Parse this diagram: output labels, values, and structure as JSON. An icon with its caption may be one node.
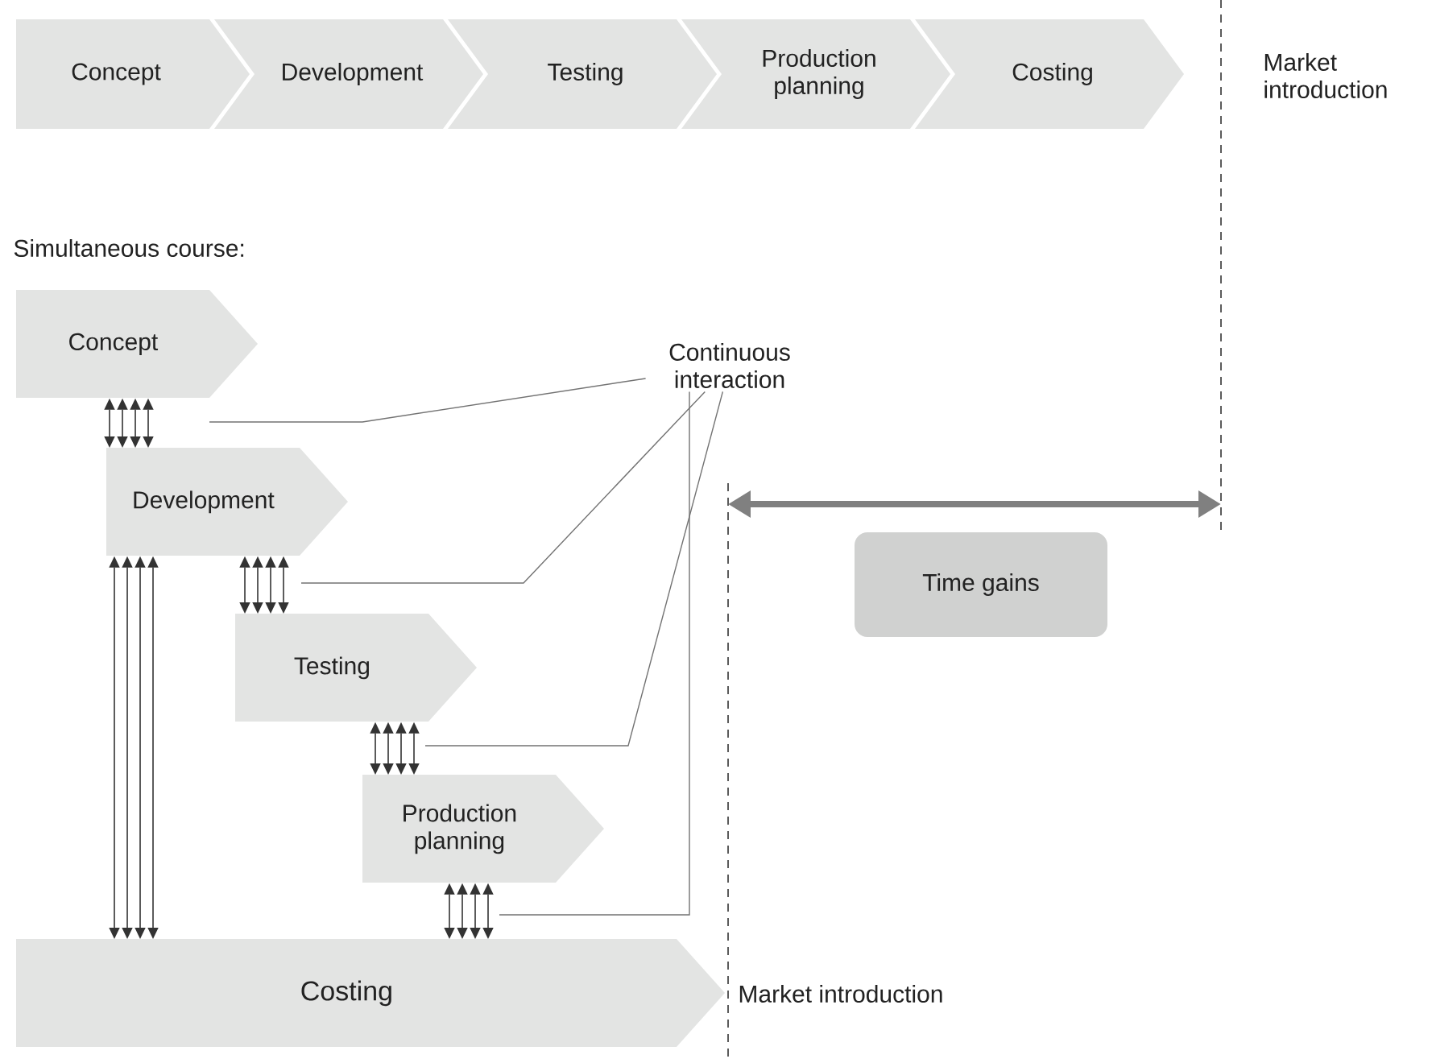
{
  "diagram": {
    "nodes": [
      {
        "text": [
          "Concept"
        ]
      },
      {
        "text": [
          "Development"
        ]
      },
      {
        "text": [
          "Testing"
        ]
      },
      {
        "text": [
          "Production planning"
        ]
      },
      {
        "text": [
          "Costing"
        ]
      },
      {
        "text": [
          "Concept"
        ]
      },
      {
        "text": [
          "Development"
        ]
      },
      {
        "text": [
          "Testing"
        ]
      },
      {
        "text": [
          "Production planning"
        ]
      },
      {
        "text": [
          "Costing"
        ]
      },
      {
        "text": [
          "Continuous interaction"
        ]
      },
      {
        "text": [
          "Time gains"
        ]
      }
    ],
    "edges": [
      {
        "from": 5,
        "to": 6,
        "arrow": "both"
      },
      {
        "from": 5,
        "to": 6,
        "arrow": "both"
      },
      {
        "from": 5,
        "to": 6,
        "arrow": "both"
      },
      {
        "from": 5,
        "to": 6,
        "arrow": "both"
      },
      {
        "from": 6,
        "to": 7,
        "arrow": "both"
      },
      {
        "from": 6,
        "to": 7,
        "arrow": "both"
      },
      {
        "from": 6,
        "to": 7,
        "arrow": "both"
      },
      {
        "from": 6,
        "to": 7,
        "arrow": "both"
      },
      {
        "from": 7,
        "to": 8,
        "arrow": "both"
      },
      {
        "from": 7,
        "to": 8,
        "arrow": "both"
      },
      {
        "from": 7,
        "to": 8,
        "arrow": "both"
      },
      {
        "from": 7,
        "to": 8,
        "arrow": "both"
      },
      {
        "from": 8,
        "to": 9,
        "arrow": "both"
      },
      {
        "from": 8,
        "to": 9,
        "arrow": "both"
      },
      {
        "from": 8,
        "to": 9,
        "arrow": "both"
      },
      {
        "from": 8,
        "to": 9,
        "arrow": "both"
      },
      {
        "from": 6,
        "to": 9,
        "arrow": "both"
      },
      {
        "from": 6,
        "to": 9,
        "arrow": "both"
      },
      {
        "from": 6,
        "to": 9,
        "arrow": "both"
      },
      {
        "from": 6,
        "to": 9,
        "arrow": "both"
      },
      {
        "from": 10,
        "to": null,
        "arrow": "none"
      },
      {
        "from": 10,
        "to": null,
        "arrow": "none"
      },
      {
        "from": 10,
        "to": null,
        "arrow": "none"
      },
      {
        "from": 10,
        "to": null,
        "arrow": "none"
      }
    ],
    "labels": [
      "Market introduction",
      "Simultaneous course:",
      "Market introduction"
    ]
  }
}
